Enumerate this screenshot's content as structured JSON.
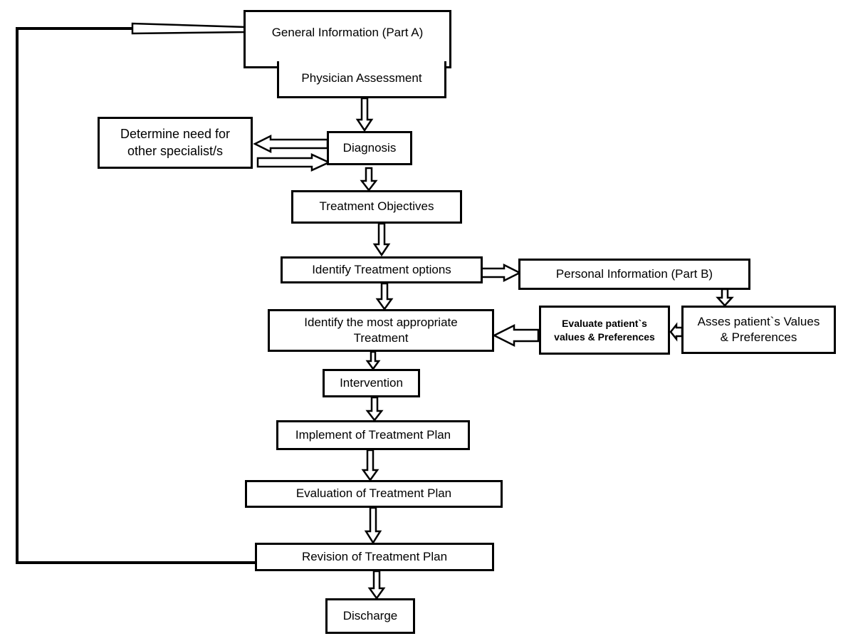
{
  "nodes": {
    "general_info": "General Information (Part A)",
    "physician_assessment": "Physician Assessment",
    "determine_need": "Determine need for\nother specialist/s",
    "diagnosis": "Diagnosis",
    "treatment_objectives": "Treatment Objectives",
    "identify_options": "Identify Treatment options",
    "personal_info": "Personal Information (Part B)",
    "identify_most_appropriate": "Identify the most appropriate\nTreatment",
    "evaluate_values": "Evaluate patient`s\nvalues & Preferences",
    "assess_values": "Asses patient`s Values\n& Preferences",
    "intervention": "Intervention",
    "implement_plan": "Implement of Treatment Plan",
    "evaluation_plan": "Evaluation of Treatment Plan",
    "revision_plan": "Revision of Treatment Plan",
    "discharge": "Discharge"
  }
}
